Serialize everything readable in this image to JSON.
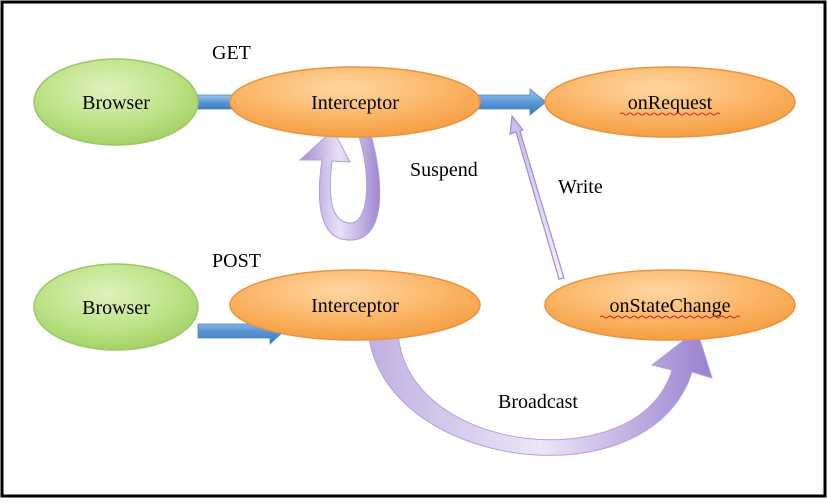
{
  "diagram": {
    "nodes": {
      "browser_get": "Browser",
      "interceptor_get": "Interceptor",
      "on_request": "onRequest",
      "browser_post": "Browser",
      "interceptor_post": "Interceptor",
      "on_state_change": "onStateChange"
    },
    "edge_labels": {
      "get": "GET",
      "post": "POST",
      "suspend": "Suspend",
      "write": "Write",
      "broadcast": "Broadcast"
    },
    "colors": {
      "browser_fill": "#b5dc7a",
      "browser_stroke": "#9bc766",
      "interceptor_fill": "#f9a958",
      "interceptor_stroke": "#e99440",
      "arrow_blue": "#6fa8dc",
      "arrow_purple": "#a48ed0",
      "border": "#000000"
    },
    "spellcheck_underlined": [
      "onRequest",
      "onStateChange"
    ]
  }
}
